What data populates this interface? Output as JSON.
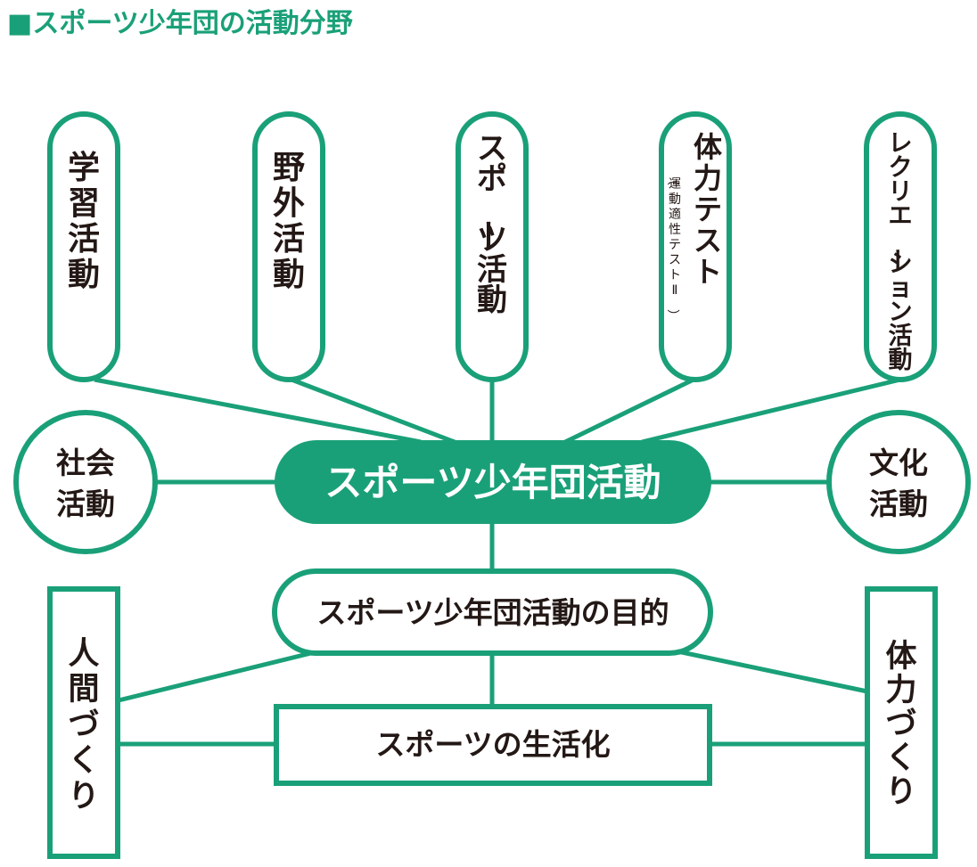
{
  "title": "■スポーツ少年団の活動分野",
  "colors": {
    "accent": "#1aa078",
    "text": "#231815",
    "background": "#ffffff"
  },
  "top_activities": [
    {
      "label": "学習活動"
    },
    {
      "label": "野外活動"
    },
    {
      "label": "スポーツ活動"
    },
    {
      "label": "体力テスト",
      "sublabel": "（運動適性テストⅡ）"
    },
    {
      "label": "レクリエーション活動"
    }
  ],
  "left_activity": {
    "line1": "社会",
    "line2": "活動"
  },
  "right_activity": {
    "line1": "文化",
    "line2": "活動"
  },
  "center": "スポーツ少年団活動",
  "purpose": "スポーツ少年団活動の目的",
  "purpose_left": "人間づくり",
  "purpose_right": "体力づくり",
  "purpose_center": "スポーツの生活化"
}
